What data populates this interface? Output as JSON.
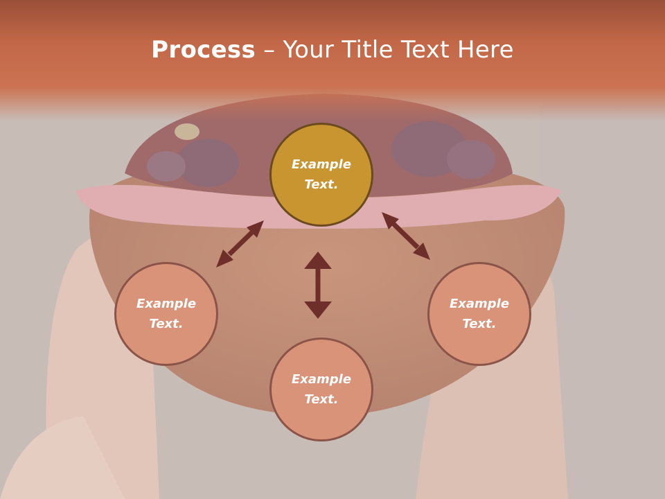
{
  "title": {
    "bold": "Process",
    "rest": " – Your Title Text Here"
  },
  "nodes": [
    {
      "id": "top",
      "line1": "Example",
      "line2": "Text."
    },
    {
      "id": "left",
      "line1": "Example",
      "line2": "Text."
    },
    {
      "id": "bottom",
      "line1": "Example",
      "line2": "Text."
    },
    {
      "id": "right",
      "line1": "Example",
      "line2": "Text."
    }
  ],
  "colors": {
    "header": "#c26848",
    "center_node": "#c99530",
    "outer_node": "#d99378",
    "arrow": "#6e2f2a"
  }
}
